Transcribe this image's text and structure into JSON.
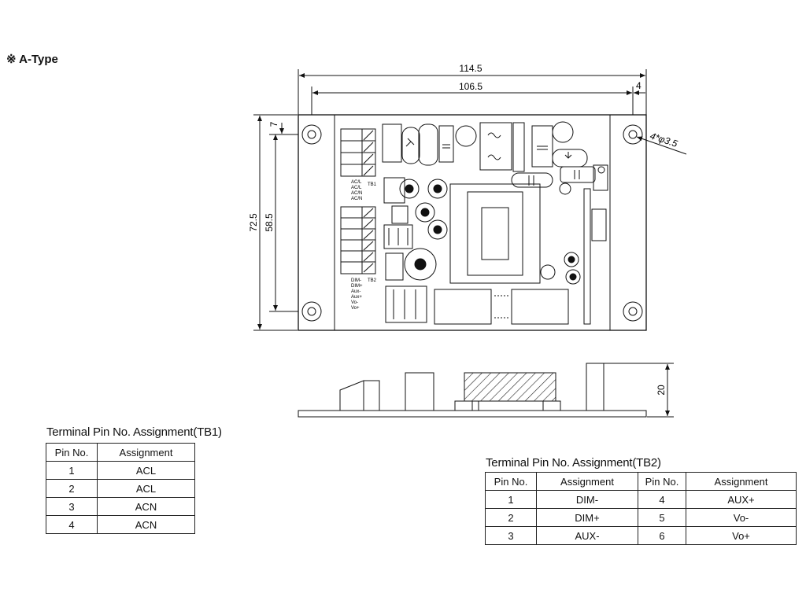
{
  "heading": "※ A-Type",
  "dimensions": {
    "overall_width": "114.5",
    "hole_spacing_width": "106.5",
    "edge_offset_right": "4",
    "overall_height": "72.5",
    "hole_spacing_height": "58.5",
    "edge_offset_top": "7",
    "holes_note": "4*φ3.5",
    "side_height": "20"
  },
  "board_labels": {
    "tb1_pins": [
      "AC/L",
      "AC/L",
      "AC/N",
      "AC/N"
    ],
    "tb1": "TB1",
    "tb2_pins": [
      "DIM-",
      "DIM+",
      "Aux-",
      "Aux+",
      "Vo-",
      "Vo+"
    ],
    "tb2": "TB2"
  },
  "tb1": {
    "title": "Terminal Pin No. Assignment(TB1)",
    "headers": [
      "Pin No.",
      "Assignment"
    ],
    "rows": [
      [
        "1",
        "ACL"
      ],
      [
        "2",
        "ACL"
      ],
      [
        "3",
        "ACN"
      ],
      [
        "4",
        "ACN"
      ]
    ]
  },
  "tb2": {
    "title": "Terminal Pin No. Assignment(TB2)",
    "headers": [
      "Pin No.",
      "Assignment",
      "Pin No.",
      "Assignment"
    ],
    "rows": [
      [
        "1",
        "DIM-",
        "4",
        "AUX+"
      ],
      [
        "2",
        "DIM+",
        "5",
        "Vo-"
      ],
      [
        "3",
        "AUX-",
        "6",
        "Vo+"
      ]
    ]
  }
}
